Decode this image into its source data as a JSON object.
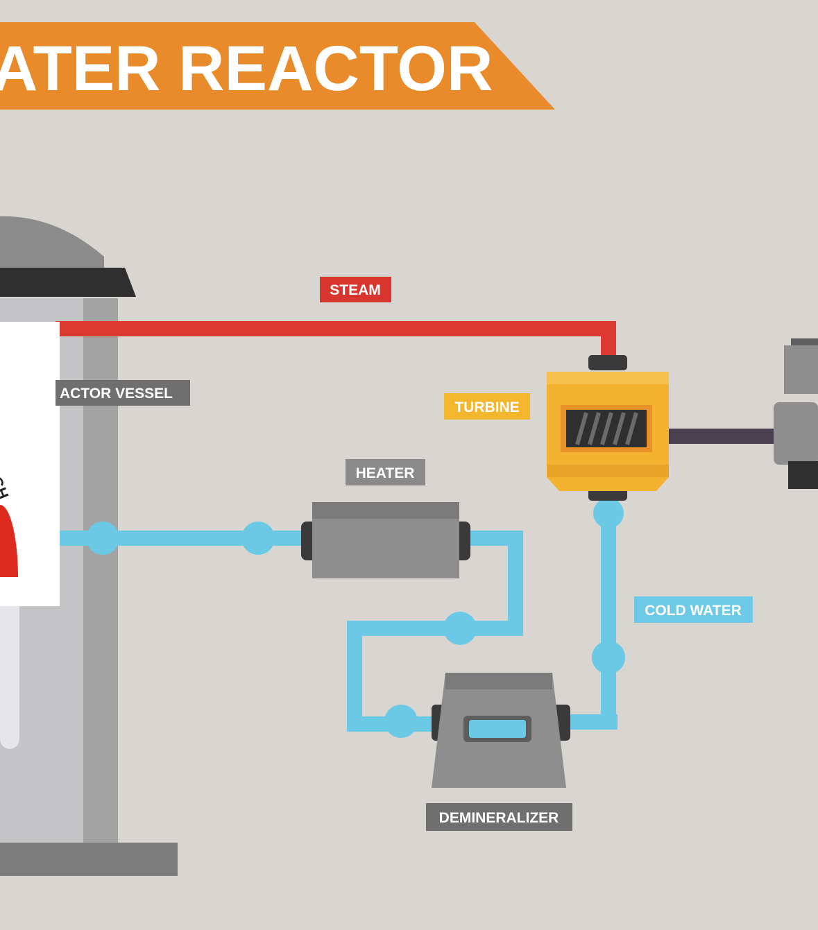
{
  "title": "ATER REACTOR",
  "labels": {
    "steam": "STEAM",
    "reactor_vessel": "ACTOR VESSEL",
    "turbine": "TURBINE",
    "heater": "HEATER",
    "cold_water": "COLD WATER",
    "demineralizer": "DEMINERALIZER",
    "gauge_fragment": "GH"
  },
  "colors": {
    "background": "#d9d5d1",
    "banner": "#e98b2a",
    "steam": "#dc3a30",
    "water": "#6cc9e6",
    "turbine": "#f3b330",
    "label_gray": "#6f6f6f",
    "machine_gray": "#8e8e8e"
  },
  "icons": [
    "reactor-vessel-icon",
    "turbine-icon",
    "heater-icon",
    "demineralizer-icon",
    "generator-icon",
    "gauge-icon"
  ]
}
